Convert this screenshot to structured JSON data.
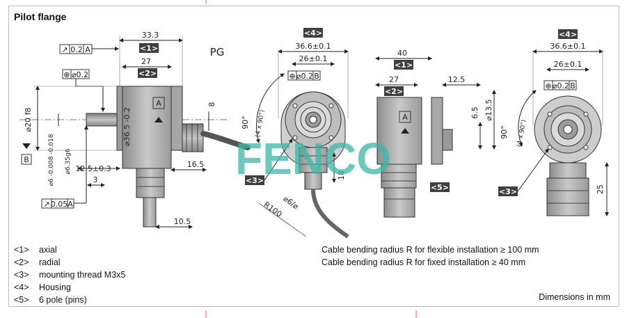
{
  "title": "Pilot flange",
  "legend": [
    {
      "tag": "<1>",
      "text": "axial"
    },
    {
      "tag": "<2>",
      "text": "radial"
    },
    {
      "tag": "<3>",
      "text": "mounting thread M3x5"
    },
    {
      "tag": "<4>",
      "text": "Housing"
    },
    {
      "tag": "<5>",
      "text": "6 pole (pins)"
    }
  ],
  "notes": [
    "Cable bending radius R for flexible installation ≥ 100 mm",
    "Cable bending radius R for fixed installation ≥ 40 mm"
  ],
  "units_note": "Dimensions in mm",
  "watermark": "FENCO",
  "watermark_color": "#3ab8a8",
  "view1": {
    "d_33_3": "33.3",
    "tag1": "<1>",
    "d_27": "27",
    "tag2": "<2>",
    "tol_runout": "0.2",
    "tol_runout_ref": "A",
    "tol_pos": "⌀0.2",
    "d_20": "⌀20 f8",
    "d_6": "⌀6 -0.008 -0.018",
    "d_6b": "⌀6.35g6",
    "d_36_5": "⌀36.5 -0.2",
    "d_12_5": "12.5±0.3",
    "d_3": "3",
    "d_16_5": "16.5",
    "d_10_5": "10.5",
    "d_8": "8",
    "tol_runout2": "0.05",
    "tol_runout2_ref": "A",
    "datum_a": "A",
    "datum_b": "B",
    "pg": "PG"
  },
  "view2": {
    "tag4": "<4>",
    "d_36_6": "36.6±0.1",
    "d_26": "26±0.1",
    "tol_pos": "⌀0.2",
    "tol_pos_ref": "B",
    "angle": "90°",
    "angle_note": "(4 x 90°)",
    "tag3": "<3>",
    "d_18": "18",
    "d_r100": "R100",
    "d_cable": "⌀6/⌀"
  },
  "view3": {
    "d_40": "40",
    "tag1": "<1>",
    "d_27": "27",
    "tag2": "<2>",
    "d_12_5": "12.5",
    "d_13_5": "⌀13.5",
    "d_6_5": "6.5",
    "datum_a": "A",
    "tag5": "<5>"
  },
  "view4": {
    "tag4": "<4>",
    "d_36_6": "36.6±0.1",
    "d_26": "26±0.1",
    "tol_pos": "⌀0.2",
    "tol_pos_ref": "B",
    "angle": "90°",
    "angle_note": "(4 x 90°)",
    "tag3": "<3>",
    "d_25": "25"
  }
}
